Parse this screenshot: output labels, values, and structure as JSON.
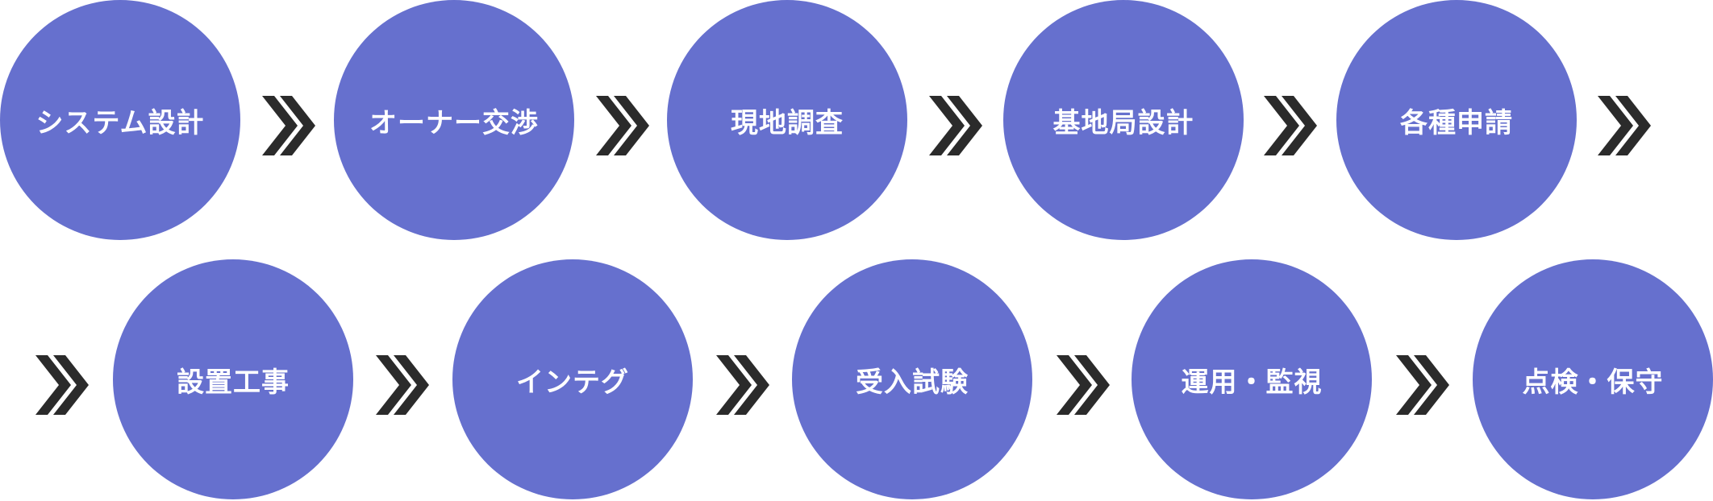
{
  "colors": {
    "circle": "#6670CE",
    "circle_text": "#FFFFFF",
    "arrow": "#2B2B2B"
  },
  "steps": [
    {
      "label": "システム設計"
    },
    {
      "label": "オーナー交渉"
    },
    {
      "label": "現地調査"
    },
    {
      "label": "基地局設計"
    },
    {
      "label": "各種申請"
    },
    {
      "label": "設置工事"
    },
    {
      "label": "インテグ"
    },
    {
      "label": "受入試験"
    },
    {
      "label": "運用・監視"
    },
    {
      "label": "点検・保守"
    }
  ],
  "arrow_icon": "double-chevron-right-icon"
}
